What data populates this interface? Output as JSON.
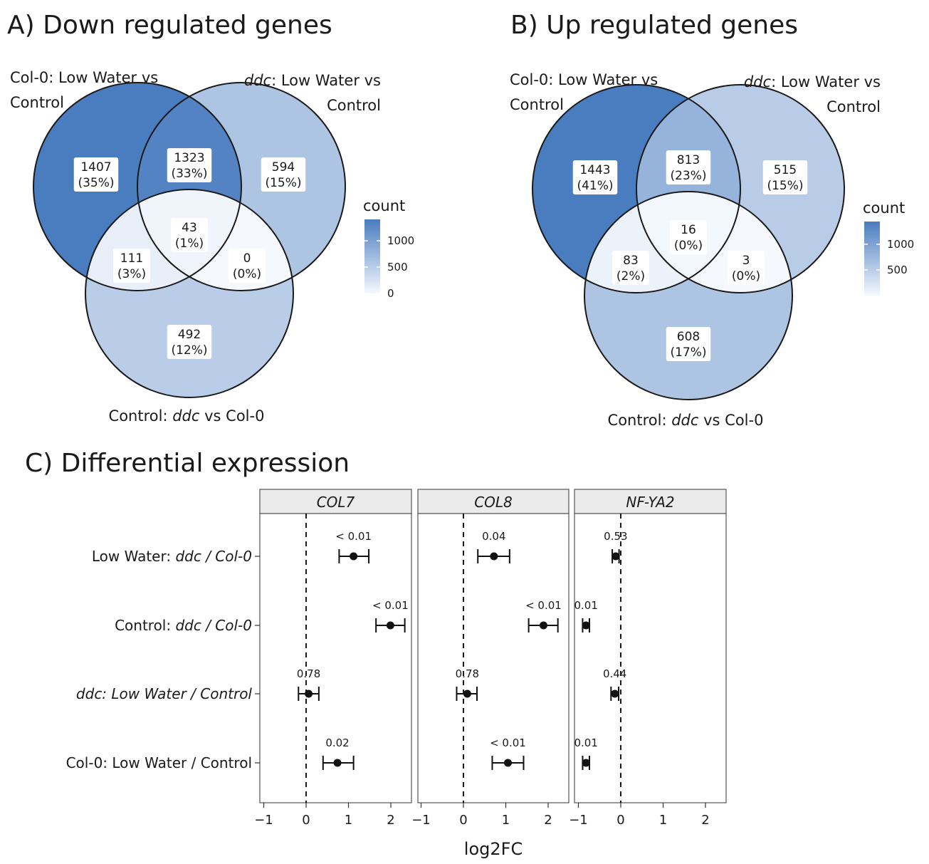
{
  "chart_data": [
    {
      "type": "venn",
      "title": "A) Down regulated genes",
      "sets": [
        {
          "name": "Col-0: Low Water vs Control",
          "parts": [
            {
              "t": "Col-0: Low Water vs",
              "i": false
            }
          ],
          "parts2": [
            {
              "t": "Control",
              "i": false
            }
          ]
        },
        {
          "name": "ddc: Low Water vs Control",
          "parts": [
            {
              "t": "ddc",
              "i": true
            },
            {
              "t": ": Low Water vs",
              "i": false
            }
          ],
          "parts2": [
            {
              "t": "Control",
              "i": false
            }
          ]
        },
        {
          "name": "Control: ddc vs Col-0",
          "parts": [
            {
              "t": "Control: ",
              "i": false
            },
            {
              "t": "ddc",
              "i": true
            },
            {
              "t": " vs Col-0",
              "i": false
            }
          ],
          "parts2": []
        }
      ],
      "regions": [
        {
          "sets": [
            "A"
          ],
          "count": 1407,
          "label": "1407",
          "pct": "(35%)"
        },
        {
          "sets": [
            "A",
            "B"
          ],
          "count": 1323,
          "label": "1323",
          "pct": "(33%)"
        },
        {
          "sets": [
            "B"
          ],
          "count": 594,
          "label": "594",
          "pct": "(15%)"
        },
        {
          "sets": [
            "A",
            "B",
            "C"
          ],
          "count": 43,
          "label": "43",
          "pct": "(1%)"
        },
        {
          "sets": [
            "A",
            "C"
          ],
          "count": 111,
          "label": "111",
          "pct": "(3%)"
        },
        {
          "sets": [
            "B",
            "C"
          ],
          "count": 0,
          "label": "0",
          "pct": "(0%)"
        },
        {
          "sets": [
            "C"
          ],
          "count": 492,
          "label": "492",
          "pct": "(12%)"
        }
      ],
      "legend": {
        "title": "count",
        "ticks": [
          {
            "v": 1000,
            "label": "1000"
          },
          {
            "v": 500,
            "label": "500"
          },
          {
            "v": 0,
            "label": "0"
          }
        ],
        "max": 1407
      }
    },
    {
      "type": "venn",
      "title": "B) Up regulated genes",
      "sets": [
        {
          "name": "Col-0: Low Water vs Control",
          "parts": [
            {
              "t": "Col-0: Low Water vs",
              "i": false
            }
          ],
          "parts2": [
            {
              "t": "Control",
              "i": false
            }
          ]
        },
        {
          "name": "ddc: Low Water vs Control",
          "parts": [
            {
              "t": "ddc",
              "i": true
            },
            {
              "t": ": Low Water vs",
              "i": false
            }
          ],
          "parts2": [
            {
              "t": "Control",
              "i": false
            }
          ]
        },
        {
          "name": "Control: ddc vs Col-0",
          "parts": [
            {
              "t": "Control: ",
              "i": false
            },
            {
              "t": "ddc",
              "i": true
            },
            {
              "t": " vs Col-0",
              "i": false
            }
          ],
          "parts2": []
        }
      ],
      "regions": [
        {
          "sets": [
            "A"
          ],
          "count": 1443,
          "label": "1443",
          "pct": "(41%)"
        },
        {
          "sets": [
            "A",
            "B"
          ],
          "count": 813,
          "label": "813",
          "pct": "(23%)"
        },
        {
          "sets": [
            "B"
          ],
          "count": 515,
          "label": "515",
          "pct": "(15%)"
        },
        {
          "sets": [
            "A",
            "B",
            "C"
          ],
          "count": 16,
          "label": "16",
          "pct": "(0%)"
        },
        {
          "sets": [
            "A",
            "C"
          ],
          "count": 83,
          "label": "83",
          "pct": "(2%)"
        },
        {
          "sets": [
            "B",
            "C"
          ],
          "count": 3,
          "label": "3",
          "pct": "(0%)"
        },
        {
          "sets": [
            "C"
          ],
          "count": 608,
          "label": "608",
          "pct": "(17%)"
        }
      ],
      "legend": {
        "title": "count",
        "ticks": [
          {
            "v": 1000,
            "label": "1000"
          },
          {
            "v": 500,
            "label": "500"
          }
        ],
        "max": 1443
      }
    },
    {
      "type": "forest",
      "title": "C) Differential expression",
      "xlabel": "log2FC",
      "xlim": [
        -1.2,
        2.5
      ],
      "xticks": [
        {
          "v": -1,
          "label": "−1"
        },
        {
          "v": 0,
          "label": "0"
        },
        {
          "v": 1,
          "label": "1"
        },
        {
          "v": 2,
          "label": "2"
        }
      ],
      "rows": [
        {
          "name": "Low Water: ddc / Col-0",
          "parts": [
            {
              "t": "Low Water: ",
              "i": false
            },
            {
              "t": "ddc / Col-0",
              "i": true
            }
          ]
        },
        {
          "name": "Control: ddc / Col-0",
          "parts": [
            {
              "t": "Control: ",
              "i": false
            },
            {
              "t": "ddc / Col-0",
              "i": true
            }
          ]
        },
        {
          "name": "ddc: Low Water / Control",
          "parts": [
            {
              "t": "ddc: Low Water / Control",
              "i": true
            }
          ]
        },
        {
          "name": "Col-0: Low Water / Control",
          "parts": [
            {
              "t": "Col-0: Low Water / Control",
              "i": false
            }
          ]
        }
      ],
      "facets": [
        {
          "name": "COL7",
          "points": [
            {
              "est": 1.12,
              "lo": 0.78,
              "hi": 1.48,
              "p": "< 0.01"
            },
            {
              "est": 1.99,
              "lo": 1.65,
              "hi": 2.33,
              "p": "< 0.01"
            },
            {
              "est": 0.06,
              "lo": -0.18,
              "hi": 0.3,
              "p": "0.78"
            },
            {
              "est": 0.74,
              "lo": 0.4,
              "hi": 1.12,
              "p": "0.02"
            }
          ]
        },
        {
          "name": "COL8",
          "points": [
            {
              "est": 0.72,
              "lo": 0.34,
              "hi": 1.09,
              "p": "0.04"
            },
            {
              "est": 1.89,
              "lo": 1.54,
              "hi": 2.23,
              "p": "< 0.01"
            },
            {
              "est": 0.09,
              "lo": -0.16,
              "hi": 0.32,
              "p": "0.78"
            },
            {
              "est": 1.05,
              "lo": 0.68,
              "hi": 1.42,
              "p": "< 0.01"
            }
          ]
        },
        {
          "name": "NF-YA2",
          "points": [
            {
              "est": -0.12,
              "lo": -0.2,
              "hi": -0.04,
              "p": "0.53"
            },
            {
              "est": -0.82,
              "lo": -0.9,
              "hi": -0.74,
              "p": "0.01"
            },
            {
              "est": -0.14,
              "lo": -0.23,
              "hi": -0.05,
              "p": "0.44"
            },
            {
              "est": -0.82,
              "lo": -0.9,
              "hi": -0.74,
              "p": "0.01"
            }
          ]
        }
      ]
    }
  ],
  "colors": {
    "high": "#4a7cc0",
    "low": "#f5f9fd",
    "outline": "#1a1a1a",
    "strip": "#ebebeb"
  }
}
